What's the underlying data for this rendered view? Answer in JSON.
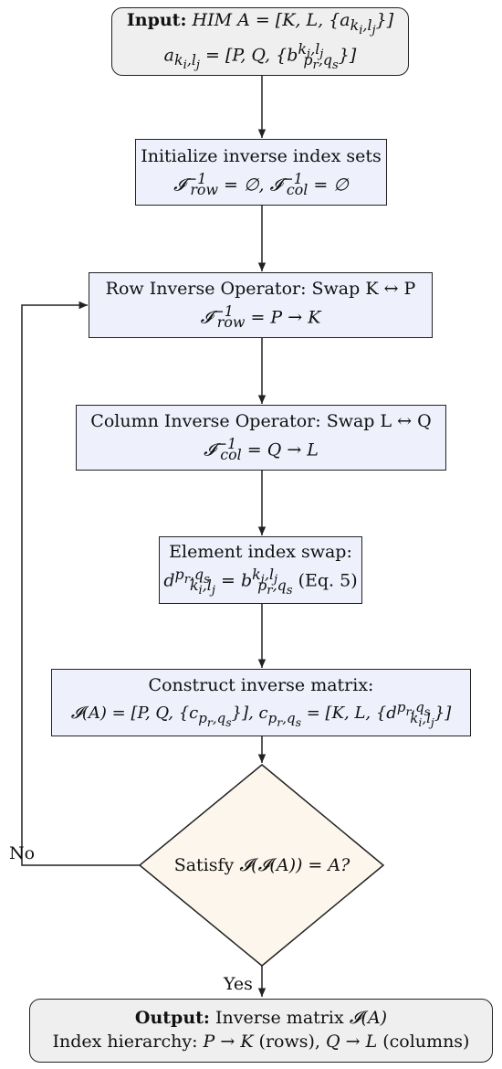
{
  "input_box": {
    "title": "Input:",
    "line1_rest": "HIM A = [K, L, {a_{k_i,l_j}}]",
    "line2": "a_{k_i,l_j} = [P, Q, {b^{k_i,l_j}_{p_r,q_s}}]"
  },
  "init_box": {
    "line1": "Initialize inverse index sets",
    "line2": "𝓘⁻¹_row = ∅, 𝓘⁻¹_col = ∅"
  },
  "row_box": {
    "line1": "Row Inverse Operator: Swap K ↔ P",
    "line2": "𝓘⁻¹_row = P → K"
  },
  "col_box": {
    "line1": "Column Inverse Operator: Swap L ↔ Q",
    "line2": "𝓘⁻¹_col = Q → L"
  },
  "elem_box": {
    "line1": "Element index swap:",
    "line2": "d^{p_r,q_s}_{k_i,l_j} = b^{k_i,l_j}_{p_r,q_s} (Eq. 5)"
  },
  "construct_box": {
    "line1": "Construct inverse matrix:",
    "line2": "𝓘(A) = [P, Q, {c_{p_r,q_s}}], c_{p_r,q_s} = [K, L, {d^{p_r,q_s}_{k_i,l_j}}]"
  },
  "decision": {
    "text": "Satisfy 𝓘(𝓘(A)) = A?",
    "no_label": "No",
    "yes_label": "Yes"
  },
  "output_box": {
    "title": "Output:",
    "line1_rest": "Inverse matrix 𝓘(A)",
    "line2": "Index hierarchy: P → K (rows), Q → L (columns)"
  },
  "colors": {
    "stroke": "#222222",
    "terminal_fill": "#efefef",
    "process_fill": "#eef0fc",
    "decision_fill": "#fdf6ec"
  }
}
